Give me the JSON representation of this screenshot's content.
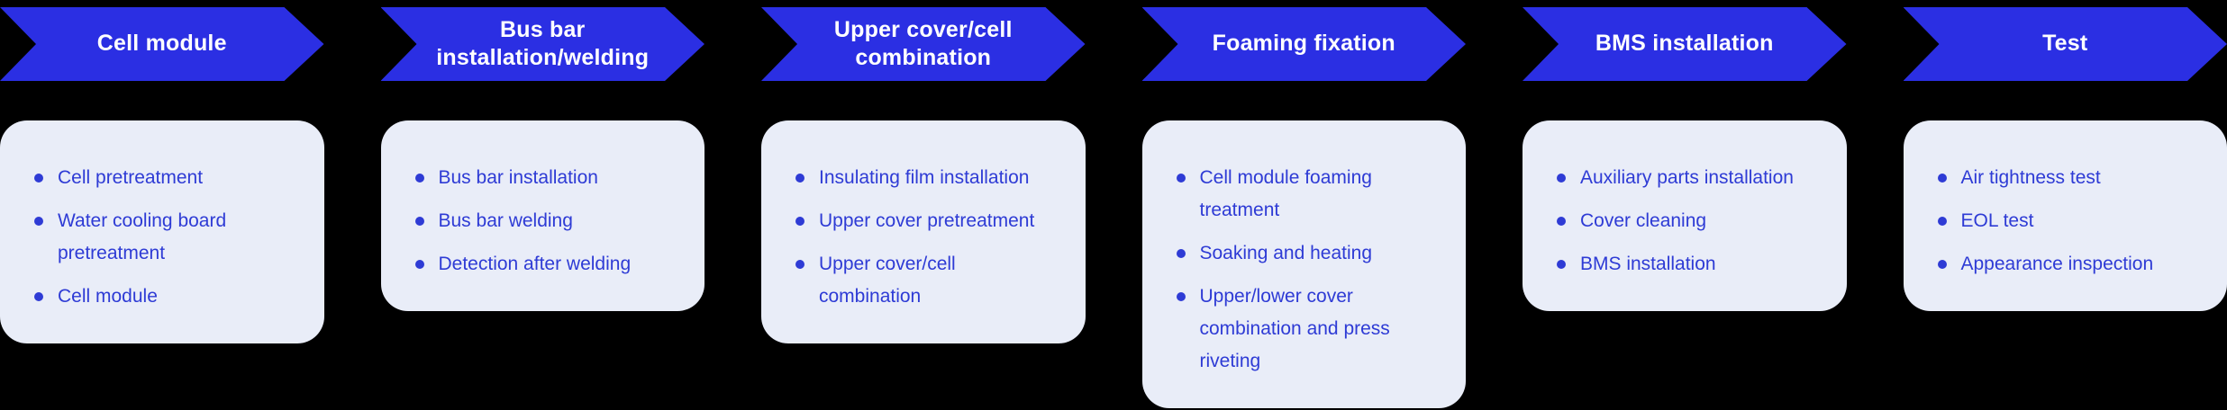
{
  "theme": {
    "background": "#000000",
    "arrow_color": "#2b2fe3",
    "card_color": "#e9edf8",
    "text_color": "#2e3bd5",
    "title_color": "#ffffff"
  },
  "stages": [
    {
      "title": "Cell module",
      "items": [
        "Cell pretreatment",
        "Water cooling board pretreatment",
        "Cell module"
      ]
    },
    {
      "title": "Bus bar installation/welding",
      "items": [
        "Bus bar installation",
        "Bus bar welding",
        "Detection after welding"
      ]
    },
    {
      "title": "Upper cover/cell combination",
      "items": [
        "Insulating film installation",
        "Upper cover pretreatment",
        "Upper cover/cell combination"
      ]
    },
    {
      "title": "Foaming fixation",
      "items": [
        "Cell module foaming treatment",
        "Soaking and heating",
        "Upper/lower cover combination and press riveting"
      ]
    },
    {
      "title": "BMS installation",
      "items": [
        "Auxiliary parts installation",
        "Cover cleaning",
        "BMS installation"
      ]
    },
    {
      "title": "Test",
      "items": [
        "Air tightness test",
        "EOL test",
        "Appearance inspection"
      ]
    }
  ]
}
